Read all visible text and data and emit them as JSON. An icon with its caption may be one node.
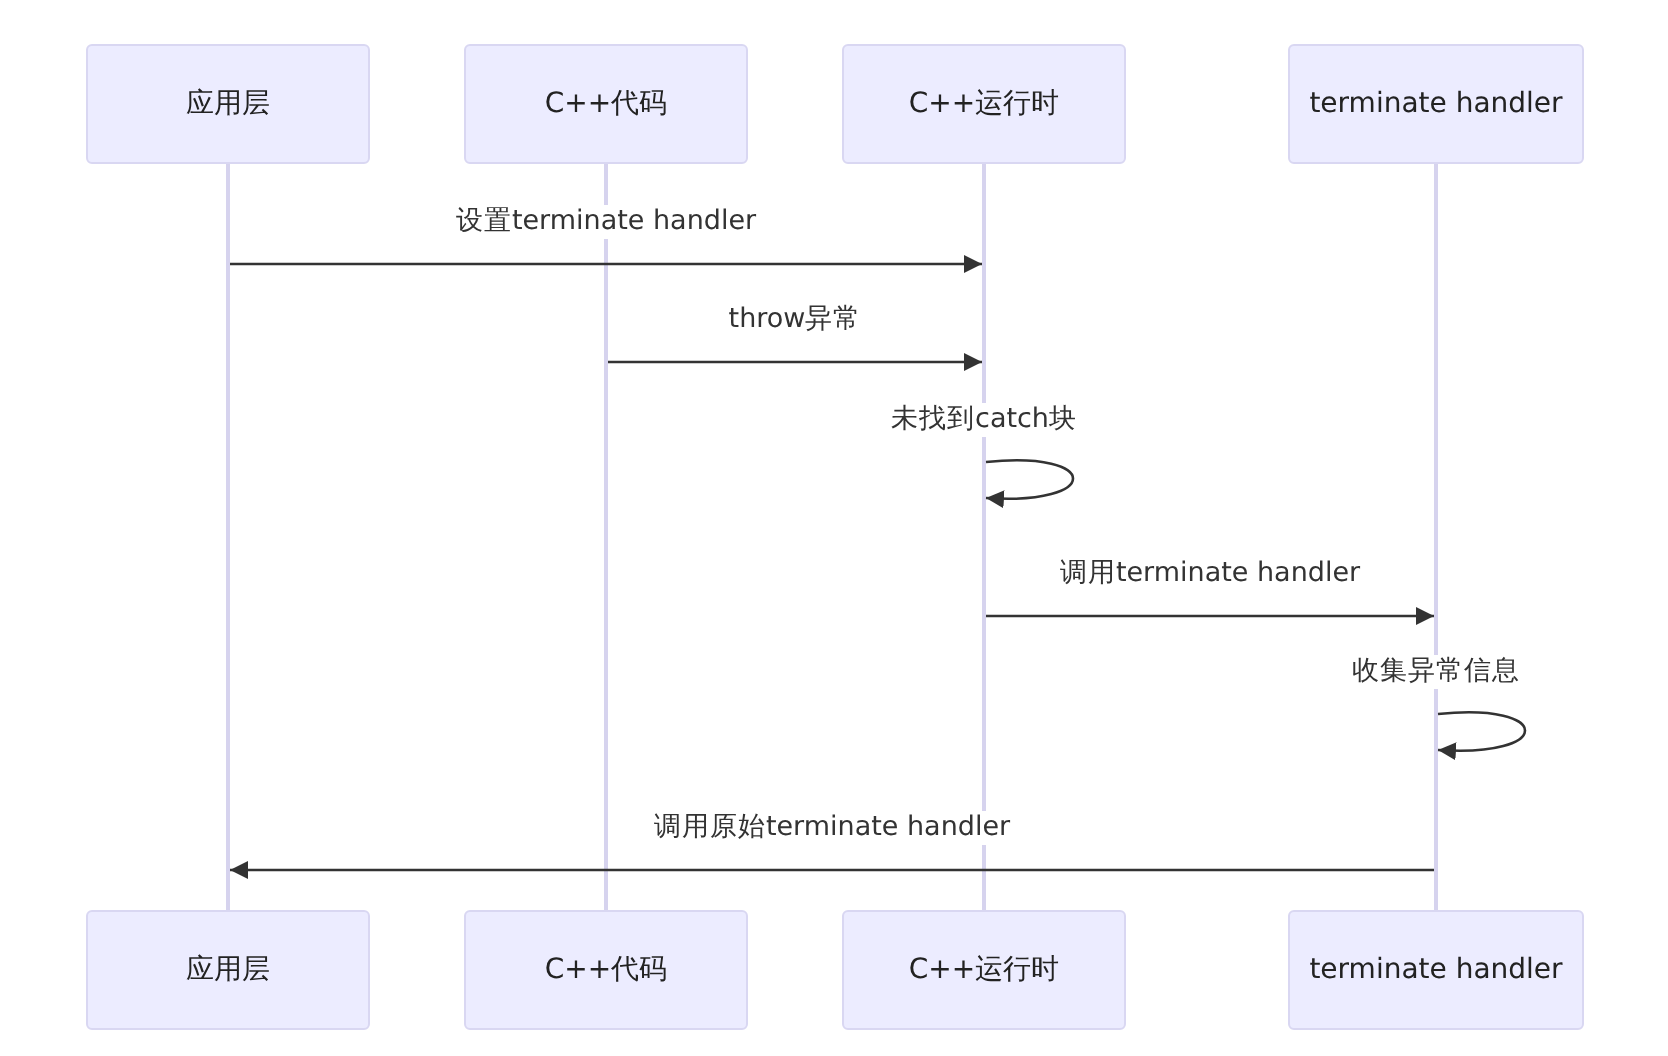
{
  "diagram": {
    "nodes": [
      {
        "text": [
          "应用层"
        ]
      },
      {
        "text": [
          "C++代码"
        ]
      },
      {
        "text": [
          "C++运行时"
        ]
      },
      {
        "text": [
          "terminate handler"
        ]
      },
      {
        "text": [],
        "shape": "bar"
      },
      {
        "text": [],
        "shape": "bar"
      },
      {
        "text": [],
        "shape": "bar"
      },
      {
        "text": [],
        "shape": "bar"
      },
      {
        "text": [
          "应用层"
        ]
      },
      {
        "text": [
          "C++代码"
        ]
      },
      {
        "text": [
          "C++运行时"
        ]
      },
      {
        "text": [
          "terminate handler"
        ]
      }
    ],
    "edges": [
      {
        "from": 4,
        "to": 6,
        "arrow": "to",
        "label": "设置terminate handler"
      },
      {
        "from": 5,
        "to": 6,
        "arrow": "to",
        "label": "throw异常"
      },
      {
        "from": 6,
        "to": 6,
        "arrow": "to",
        "label": "未找到catch块"
      },
      {
        "from": 6,
        "to": 7,
        "arrow": "to",
        "label": "调用terminate handler"
      },
      {
        "from": 7,
        "to": 7,
        "arrow": "to",
        "label": "收集异常信息"
      },
      {
        "from": 7,
        "to": 4,
        "arrow": "to",
        "label": "调用原始terminate handler"
      }
    ]
  }
}
